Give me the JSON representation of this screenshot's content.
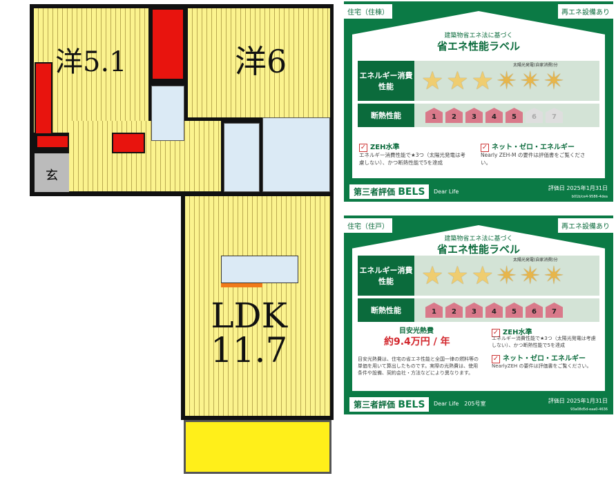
{
  "floorplan": {
    "rooms": [
      {
        "label": "洋5.1"
      },
      {
        "label": "洋6"
      },
      {
        "label": "LDK\n11.7"
      },
      {
        "label": "玄"
      }
    ]
  },
  "labels": [
    {
      "type_tag": "住宅（住棟）",
      "renewable_tag": "再エネ設備あり",
      "subtitle": "建築物省エネ法に基づく",
      "title": "省エネ性能ラベル",
      "energy_header": "エネルギー消費性能",
      "solar_note": "太陽光発電(自家消費)分",
      "energy_stars": 3,
      "energy_solar_stars": 3,
      "insulation_header": "断熱性能",
      "insulation_levels": [
        "1",
        "2",
        "3",
        "4",
        "5",
        "6",
        "7"
      ],
      "insulation_level": 5,
      "zeh_title": "ZEH水準",
      "zeh_text": "エネルギー消費性能で★3つ（太陽光発電は考慮しない）、かつ断熱性能で5を達成",
      "nze_title": "ネット・ゼロ・エネルギー",
      "nze_text": "Nearly ZEH-M の要件は評価書をご覧ください。",
      "footer_brand": "第三者評価",
      "footer_bels": "BELS",
      "footer_company": "Dear Life",
      "date": "評価日 2025年1月31日",
      "code": "b01b/ce4-9586-4dea"
    },
    {
      "type_tag": "住宅（住戸）",
      "renewable_tag": "再エネ設備あり",
      "subtitle": "建築物省エネ法に基づく",
      "title": "省エネ性能ラベル",
      "energy_header": "エネルギー消費性能",
      "solar_note": "太陽光発電(自家消費)分",
      "energy_stars": 3,
      "energy_solar_stars": 3,
      "insulation_header": "断熱性能",
      "insulation_levels": [
        "1",
        "2",
        "3",
        "4",
        "5",
        "6",
        "7"
      ],
      "insulation_level": 7,
      "cost_header": "目安光熱費",
      "cost_value": "約9.4万円 / 年",
      "cost_note": "目安光熱費は、住宅の省エネ性能と全国一律の燃料等の単価を用いて算出したものです。実際の光熱費は、使用条件や設備、契約会社・方法などにより異なります。",
      "zeh_title": "ZEH水準",
      "zeh_text": "エネルギー消費性能で★3つ（太陽光発電は考慮しない）、かつ断熱性能で5を達成",
      "nze_title": "ネット・ゼロ・エネルギー",
      "nze_text": "NearlyZEH の要件は評価書をご覧ください。",
      "footer_brand": "第三者評価",
      "footer_bels": "BELS",
      "footer_company": "Dear Life　205号室",
      "date": "評価日 2025年1月31日",
      "code": "93a08d5d-eaa0-4636"
    }
  ]
}
